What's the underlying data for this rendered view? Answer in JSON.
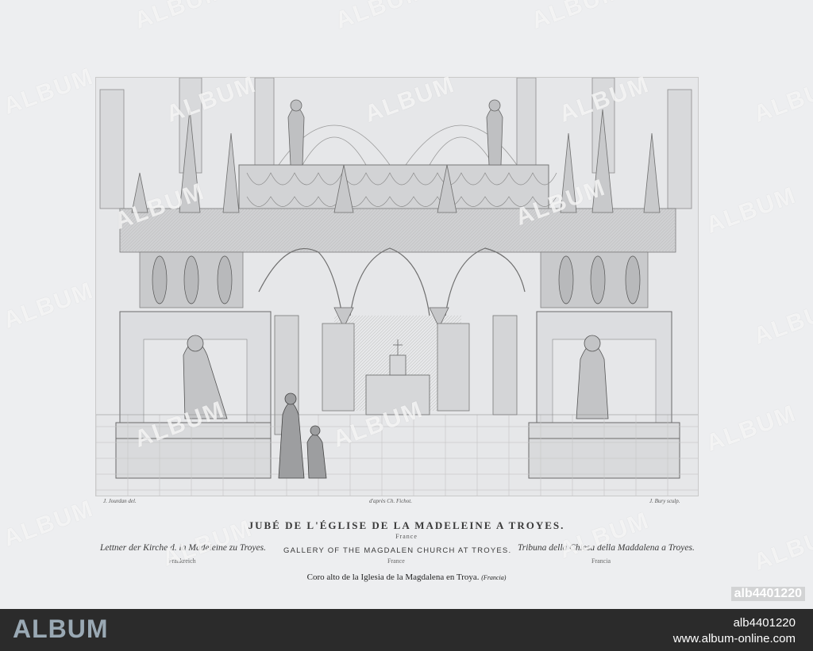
{
  "plate": {
    "credit_left": "J. Jourdan del.",
    "credit_center": "d'après Ch. Fichot.",
    "credit_right": "J. Bury sculp."
  },
  "caption": {
    "title": "JUBÉ DE L'ÉGLISE DE LA MADELEINE A TROYES.",
    "title_sub": "France",
    "german": "Lettner der Kirche d. la Madeleine zu Troyes.",
    "german_sub": "Frankreich",
    "english": "GALLERY OF THE MAGDALEN CHURCH AT TROYES.",
    "english_sub": "France",
    "italian": "Tribuna della Chiesa della Maddalena a Troyes.",
    "italian_sub": "Francia",
    "spanish": "Coro alto de la Iglesia de la Magdalena en Troya.",
    "spanish_sub": "(Francia)"
  },
  "watermark": {
    "text": "ALBUM",
    "id_tag": "alb4401220"
  },
  "footer": {
    "brand": "ALBUM",
    "image_id": "alb4401220",
    "url": "www.album-online.com"
  },
  "colors": {
    "paper": "#edeef0",
    "ink": "#3a3a3a",
    "footer_bg": "#2b2b2b",
    "brand": "#9aa9b4"
  }
}
